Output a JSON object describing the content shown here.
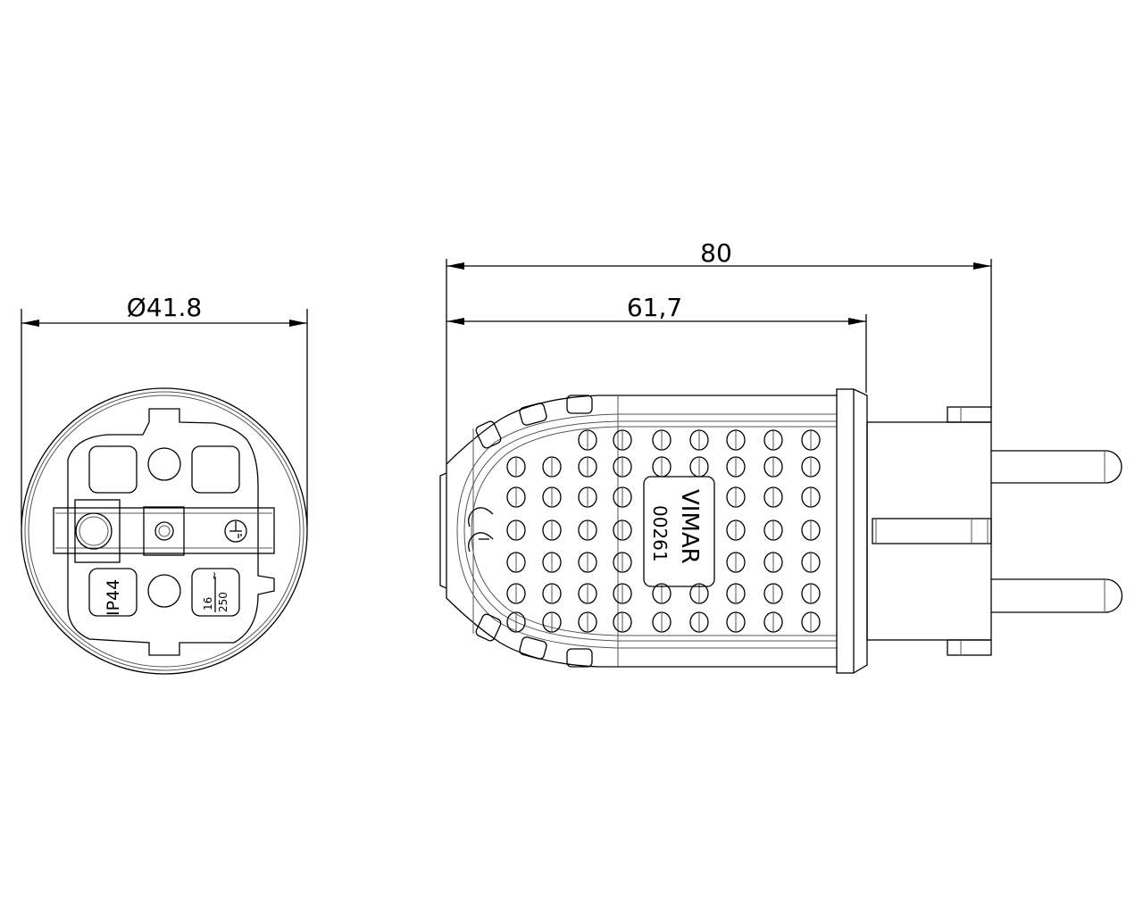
{
  "dimensions": {
    "diameter": "Ø41.8",
    "total_length": "80",
    "body_length": "61,7"
  },
  "front_view": {
    "protection_rating": "IP44",
    "rated_current": "16",
    "rated_voltage": "250",
    "ac_symbol": "~"
  },
  "side_view": {
    "brand": "VIMAR",
    "part_number": "00261"
  },
  "colors": {
    "line": "#000000",
    "background": "#ffffff"
  }
}
